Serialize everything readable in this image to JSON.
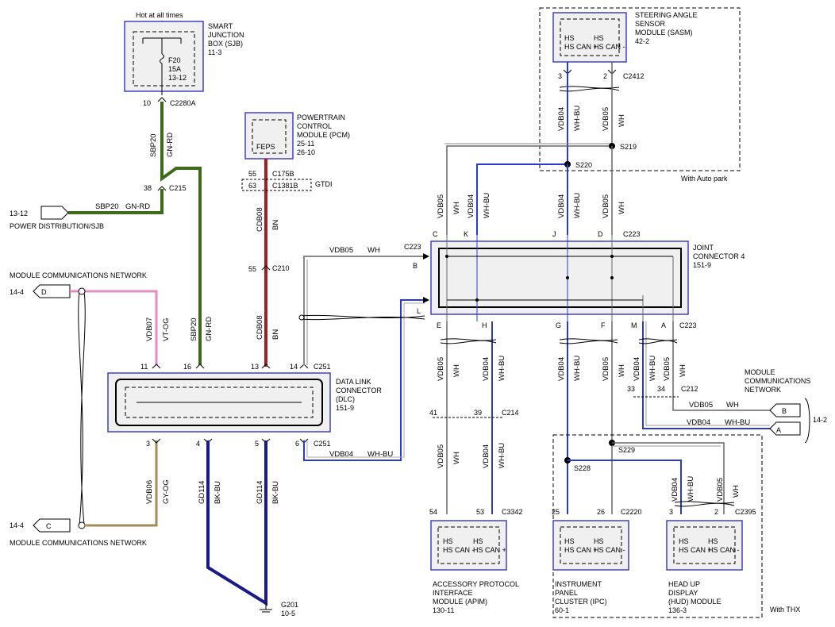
{
  "colors": {
    "gn_rd": "#3d6b1a",
    "bn": "#a02020",
    "vt_og": "#e58bc7",
    "gy_og": "#a08c5c",
    "bk_bu": "#1a1a8c",
    "wh_bu": "#2a3ad0",
    "wh": "#666666",
    "module_border": "#4040c8",
    "module_fill": "#f2f2f2"
  },
  "modules": {
    "sjb": {
      "name": "SMART JUNCTION BOX (SJB)",
      "l1": "SMART",
      "l2": "JUNCTION",
      "l3": "BOX (SJB)",
      "ref": "11-3",
      "hot": "Hot at all times",
      "fuse": "F20",
      "amps": "15A",
      "fref": "13-12"
    },
    "pcm": {
      "l1": "POWERTRAIN",
      "l2": "CONTROL",
      "l3": "MODULE (PCM)",
      "ref1": "25-11",
      "ref2": "26-10",
      "inner": "FEPS"
    },
    "sasm": {
      "l1": "STEERING ANGLE",
      "l2": "SENSOR",
      "l3": "MODULE (SASM)",
      "ref": "42-2",
      "canp": "HS CAN +",
      "canm": "HS CAN -",
      "note": "With Auto park"
    },
    "jc4": {
      "l1": "JOINT",
      "l2": "CONNECTOR 4",
      "ref": "151-9"
    },
    "dlc": {
      "l1": "DATA LINK",
      "l2": "CONNECTOR",
      "l3": "(DLC)",
      "ref": "151-9"
    },
    "apim": {
      "l1": "ACCESSORY PROTOCOL",
      "l2": "INTERFACE",
      "l3": "MODULE (APIM)",
      "ref": "130-11",
      "canm": "HS CAN -",
      "canp": "HS CAN +"
    },
    "ipc": {
      "l1": "INSTRUMENT",
      "l2": "PANEL",
      "l3": "CLUSTER (IPC)",
      "ref": "60-1",
      "canp": "HS CAN +",
      "canm": "HS CAN -"
    },
    "hud": {
      "l1": "HEAD UP",
      "l2": "DISPLAY",
      "l3": "(HUD) MODULE",
      "ref": "136-3",
      "canp": "HS CAN +",
      "canm": "HS CAN -",
      "note": "With THX"
    }
  },
  "connectors": {
    "c2280a": "C2280A",
    "c215": "C215",
    "c175b": "C175B",
    "c1381b": "C1381B",
    "gtdi": "GTDI",
    "c210": "C210",
    "c251a": "C251",
    "c251b": "C251",
    "c223a": "C223",
    "c223b": "C223",
    "c223c": "C223",
    "c214": "C214",
    "c212": "C212",
    "c2412": "C2412",
    "c3342": "C3342",
    "c2220": "C2220",
    "c2395": "C2395",
    "s219": "S219",
    "s220": "S220",
    "s228": "S228",
    "s229": "S229",
    "g201": "G201",
    "g201ref": "10-5"
  },
  "offpage": {
    "pd_ref": "13-12",
    "pd_label": "POWER DISTRIBUTION/SJB",
    "mcn_top_ref": "14-4",
    "mcn_top_label": "MODULE COMMUNICATIONS NETWORK",
    "mcn_top_letter": "D",
    "mcn_bot_ref": "14-4",
    "mcn_bot_label": "MODULE COMMUNICATIONS NETWORK",
    "mcn_bot_letter": "C",
    "mcn_right_label1": "MODULE",
    "mcn_right_label2": "COMMUNICATIONS",
    "mcn_right_label3": "NETWORK",
    "mcn_right_ref": "14-2",
    "b": "B",
    "a": "A"
  },
  "pins": {
    "sjb10": "10",
    "c215_38": "38",
    "p55a": "55",
    "p63": "63",
    "p55b": "55",
    "dlc11": "11",
    "dlc16": "16",
    "dlc13": "13",
    "dlc14": "14",
    "dlc3": "3",
    "dlc4": "4",
    "dlc5": "5",
    "dlc6": "6",
    "jc_c": "C",
    "jc_k": "K",
    "jc_j": "J",
    "jc_d": "D",
    "jc_b": "B",
    "jc_l": "L",
    "jc_e": "E",
    "jc_h": "H",
    "jc_g": "G",
    "jc_f": "F",
    "jc_m": "M",
    "jc_a": "A",
    "sasm3": "3",
    "sasm2": "2",
    "c214_41": "41",
    "c214_39": "39",
    "c212_33": "33",
    "c212_34": "34",
    "apim54": "54",
    "apim53": "53",
    "ipc25": "25",
    "ipc26": "26",
    "hud3": "3",
    "hud2": "2"
  },
  "wires": {
    "sbp20": "SBP20",
    "gnrd": "GN-RD",
    "cdb08": "CDB08",
    "bn": "BN",
    "vdb07": "VDB07",
    "vtog": "VT-OG",
    "vdb05": "VDB05",
    "vdb04": "VDB04",
    "wh": "WH",
    "whbu": "WH-BU",
    "vdb06": "VDB06",
    "gyog": "GY-OG",
    "gd114": "GD114",
    "bkbu": "BK-BU"
  }
}
